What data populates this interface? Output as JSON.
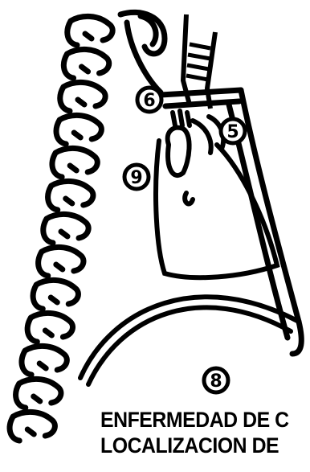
{
  "figure": {
    "markers": [
      {
        "id": "6",
        "label": "6"
      },
      {
        "id": "5",
        "label": "5"
      },
      {
        "id": "9",
        "label": "9"
      },
      {
        "id": "8",
        "label": "8"
      }
    ],
    "caption_line1": "ENFERMEDAD DE C",
    "caption_line2": "LOCALIZACION DE"
  },
  "colors": {
    "ink": "#000000",
    "paper": "#ffffff"
  }
}
